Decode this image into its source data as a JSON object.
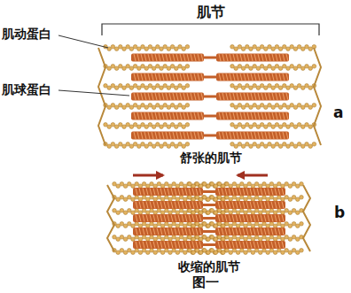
{
  "diagram": {
    "caption": "图一",
    "labels": [
      "肌节",
      "肌动蛋白",
      "肌球蛋白",
      "a",
      "舒张的肌节",
      "b",
      "收缩的肌节"
    ]
  }
}
